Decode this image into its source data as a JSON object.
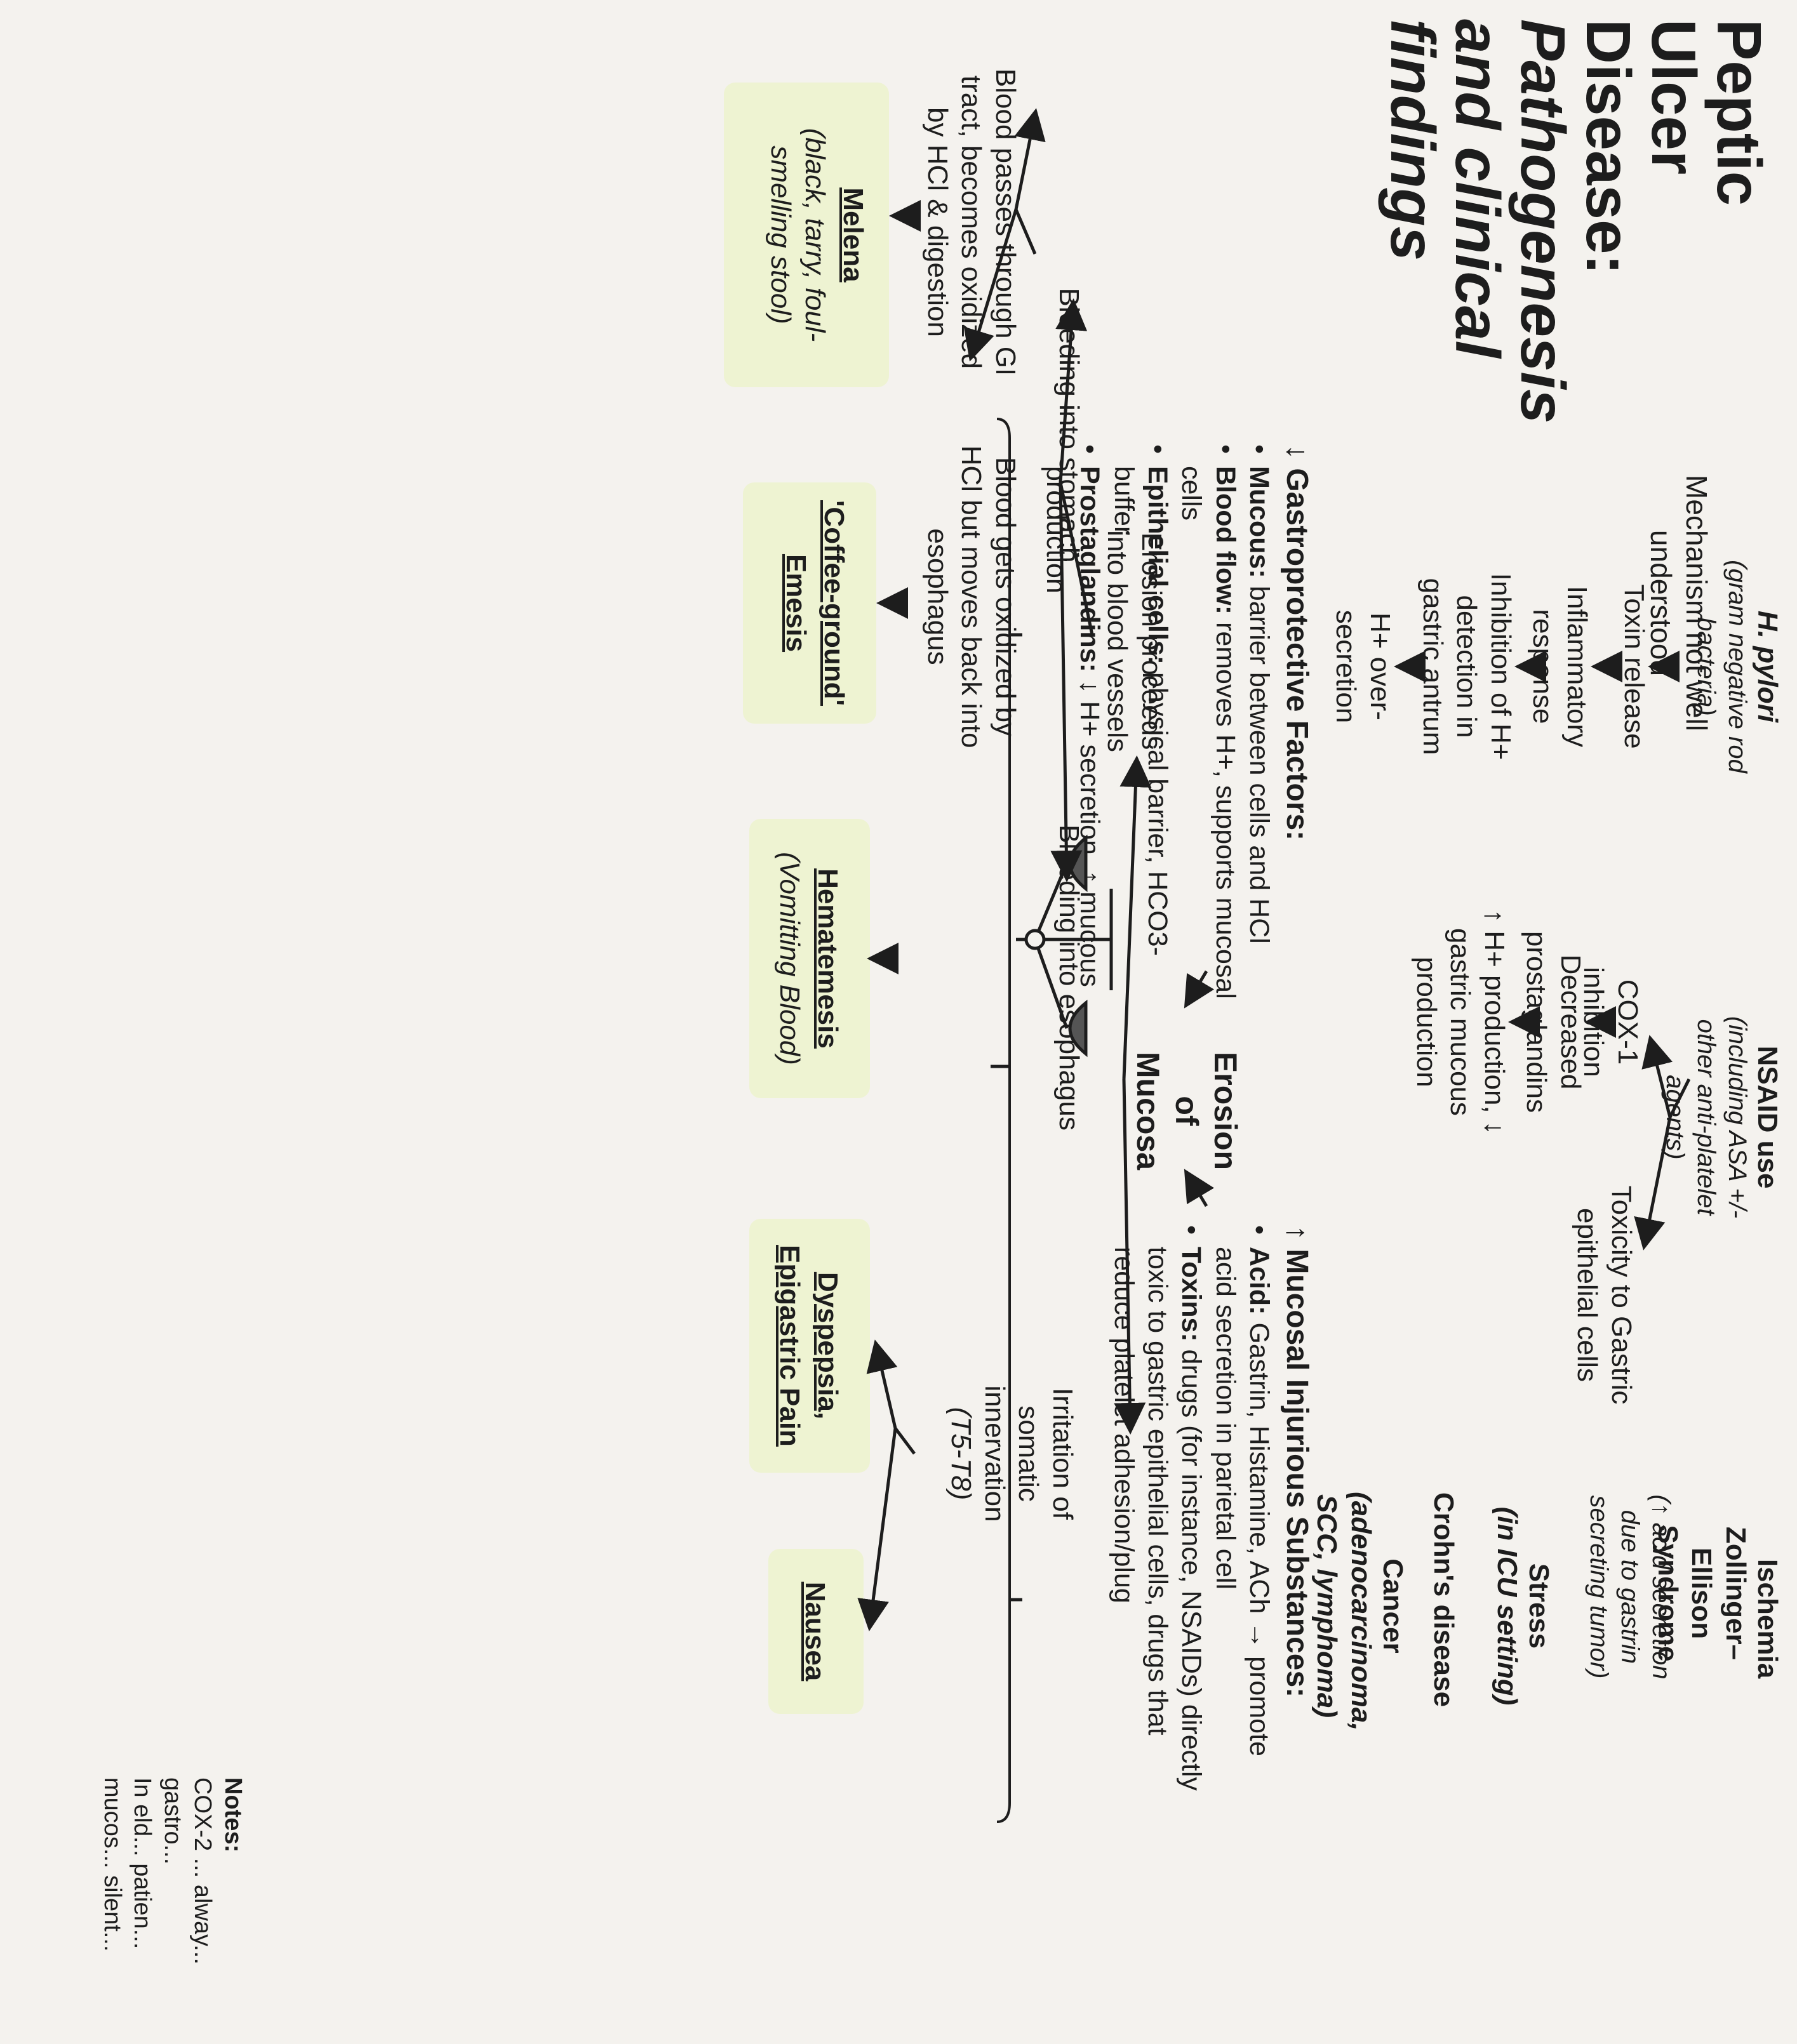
{
  "title": {
    "line1": "Peptic Ulcer",
    "line2": "Disease:",
    "line3": "Pathogenesis",
    "line4": "and clinical",
    "line5": "findings"
  },
  "mechanism_label": "Mechanism not well understood",
  "causes": {
    "h_pylori": {
      "name": "H. pylori",
      "desc": "(gram negative rod bacteria)",
      "steps": [
        "Toxin release",
        "Inflammatory response",
        "Inhibition of H+ detection in gastric antrum",
        "H+ over-secretion"
      ]
    },
    "nsaid": {
      "name": "NSAID use",
      "desc": "(including ASA +/- other anti-platelet agents)",
      "left_steps": [
        "COX-1 inhibition",
        "Decreased prostaglandins",
        "↑ H+ production, ↓ gastric mucous production"
      ],
      "right_step": "Toxicity to Gastric epithelial cells"
    },
    "ischemia": "Ischemia",
    "zes": {
      "name": "Zollinger–Ellison Syndrome",
      "desc": "(↑ acid secretion due to gastrin secreting tumor)"
    },
    "stress": {
      "name": "Stress",
      "desc": "(in ICU setting)"
    },
    "crohns": "Crohn's disease",
    "cancer": {
      "name": "Cancer",
      "desc": "(adenocarcinoma, SCC, lymphoma)"
    }
  },
  "protective": {
    "header": "↓ Gastroprotective Factors:",
    "items": [
      {
        "term": "Mucous:",
        "text": " barrier between cells and HCl"
      },
      {
        "term": "Blood flow:",
        "text": " removes H+, supports mucosal cells"
      },
      {
        "term": "Epithelial cells:",
        "text": " physical barrier, HCO3- buffer"
      },
      {
        "term": "Prostaglandins:",
        "text": " ↓ H+ secretion, ↑ mucous production"
      }
    ]
  },
  "injurious": {
    "header": "↑ Mucosal Injurious Substances:",
    "items": [
      {
        "term": "Acid:",
        "text": " Gastrin, Histamine, ACh → promote acid secretion in parietal cell"
      },
      {
        "term": "Toxins:",
        "text": " drugs (for instance, NSAIDs) directly toxic to gastric epithelial cells, drugs that reduce platelet adhesion/plug"
      }
    ]
  },
  "erosion": {
    "line1": "Erosion",
    "line2": "of",
    "line3": "Mucosa"
  },
  "erosion_vessels": "Erosion proceeds into blood vessels",
  "bleeding_stomach": "Bleeding into stomach",
  "bleeding_esophagus": "Bleeding into esophagus",
  "blood_gi": "Blood passes through GI tract, becomes oxidized by HCl & digestion",
  "blood_back": "Blood gets oxidized by HCl but moves back into esophagus",
  "irritation": "Irritation of somatic innervation",
  "irritation_sub": "(T5-T8)",
  "findings": {
    "melena": {
      "name": "Melena",
      "desc": "(black, tarry, foul-smelling stool)"
    },
    "coffee": {
      "line1": "'Coffee-ground'",
      "line2": "Emesis"
    },
    "hematemesis": {
      "name": "Hematemesis",
      "desc": "(Vomitting Blood)"
    },
    "dyspepsia": {
      "line1": "Dyspepsia,",
      "line2": "Epigastric Pain"
    },
    "nausea": "Nausea"
  },
  "notes": {
    "header": "Notes:",
    "items": [
      "COX-2 ... alway... gastro...",
      "In eld... patien... mucos... silent..."
    ]
  },
  "colors": {
    "highlight": "#eef3d2",
    "line": "#1d1d1d"
  }
}
